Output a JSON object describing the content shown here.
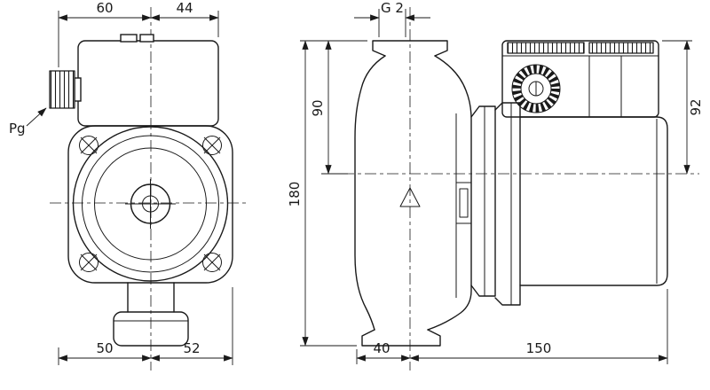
{
  "drawing": {
    "front_view": {
      "dim_top_left": "60",
      "dim_top_right": "44",
      "cable_gland_label": "Pg",
      "dim_bottom_left": "50",
      "dim_bottom_right": "52"
    },
    "side_view": {
      "dim_thread": "G 2",
      "dim_height_port_axis": "90",
      "dim_height_total": "180",
      "dim_height_right": "92",
      "dim_bottom_left": "40",
      "dim_bottom_right": "150"
    },
    "colors": {
      "line": "#1a1a1a",
      "background": "#ffffff"
    }
  }
}
